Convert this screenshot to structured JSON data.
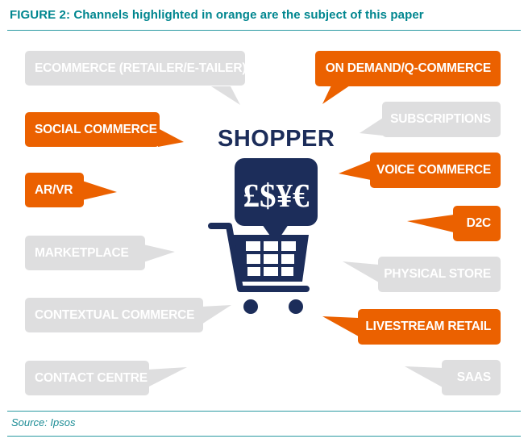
{
  "figure": {
    "title": "FIGURE 2: Channels highlighted in orange are the subject of this paper",
    "source": "Source: Ipsos"
  },
  "center": {
    "label": "SHOPPER",
    "currency_symbols": "£$¥€"
  },
  "colors": {
    "highlighted": "#eb6100",
    "not_highlighted": "#dededf",
    "navy": "#1c2d5a",
    "teal": "#00868f"
  },
  "channels": {
    "left": [
      {
        "label": "ECOMMERCE (RETAILER/E-TAILER)",
        "highlighted": false
      },
      {
        "label": "SOCIAL COMMERCE",
        "highlighted": true
      },
      {
        "label": "AR/VR",
        "highlighted": true
      },
      {
        "label": "MARKETPLACE",
        "highlighted": false
      },
      {
        "label": "CONTEXTUAL COMMERCE",
        "highlighted": false
      },
      {
        "label": "CONTACT CENTRE",
        "highlighted": false
      }
    ],
    "right": [
      {
        "label": "ON DEMAND/Q-COMMERCE",
        "highlighted": true
      },
      {
        "label": "SUBSCRIPTIONS",
        "highlighted": false
      },
      {
        "label": "VOICE COMMERCE",
        "highlighted": true
      },
      {
        "label": "D2C",
        "highlighted": true
      },
      {
        "label": "PHYSICAL STORE",
        "highlighted": false
      },
      {
        "label": "LIVESTREAM RETAIL",
        "highlighted": true
      },
      {
        "label": "SAAS",
        "highlighted": false
      }
    ]
  }
}
